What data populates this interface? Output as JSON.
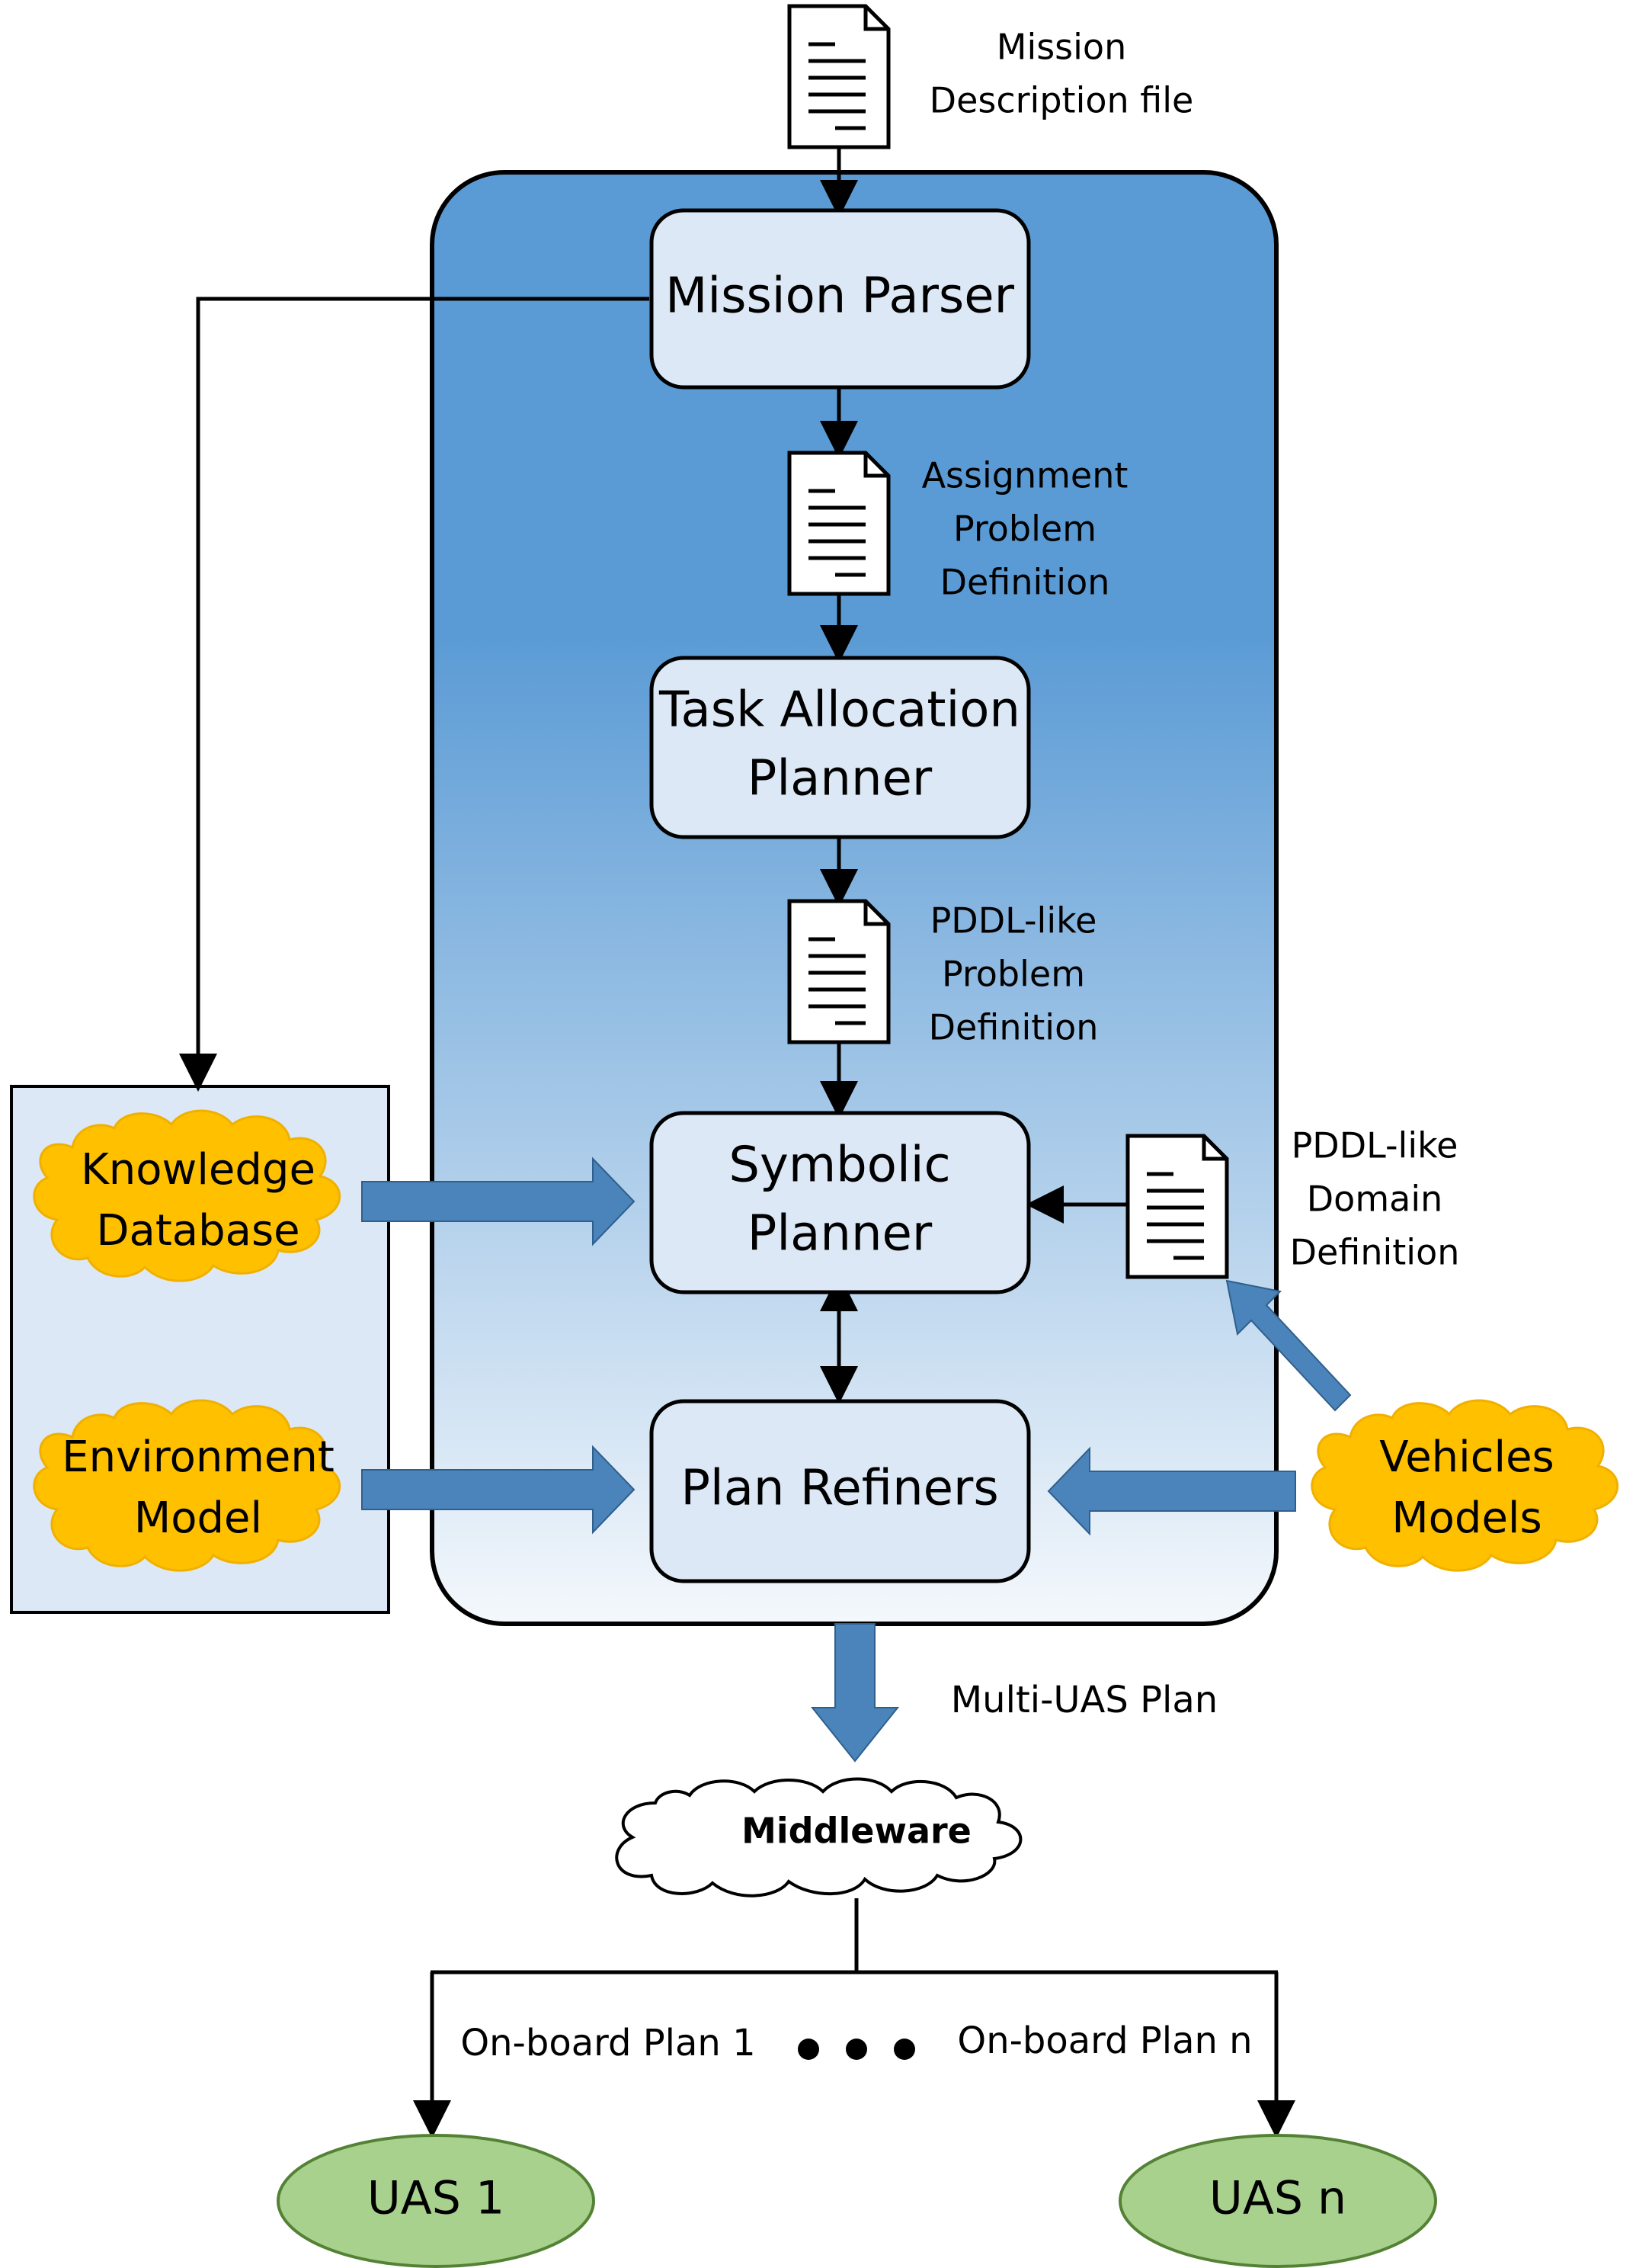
{
  "colors": {
    "main_panel_top": "#5b9bd5",
    "main_panel_bottom": "#f2f7fc",
    "node_fill": "#dce8f5",
    "left_panel_fill": "#dce8f5",
    "cloud_fill": "#ffc000",
    "big_arrow_fill": "#4a84bb",
    "uas_fill": "#a9d18e",
    "line": "#000000"
  },
  "documents": {
    "mission_description": "Mission\nDescription file",
    "assignment_problem": "Assignment\nProblem\nDefinition",
    "pddl_problem": "PDDL-like\nProblem\nDefinition",
    "pddl_domain": "PDDL-like\nDomain\nDefinition"
  },
  "nodes": {
    "mission_parser": "Mission Parser",
    "task_allocation_planner": "Task Allocation\nPlanner",
    "symbolic_planner": "Symbolic\nPlanner",
    "plan_refiners": "Plan Refiners"
  },
  "inputs": {
    "knowledge_database": "Knowledge\nDatabase",
    "environment_model": "Environment\nModel",
    "vehicles_models": "Vehicles\nModels"
  },
  "edges": {
    "multi_uas_plan": "Multi-UAS Plan",
    "onboard_plan_1": "On-board Plan 1",
    "onboard_plan_n": "On-board Plan n"
  },
  "middleware": "Middleware",
  "uas": {
    "uas_1": "UAS 1",
    "uas_n": "UAS n"
  }
}
